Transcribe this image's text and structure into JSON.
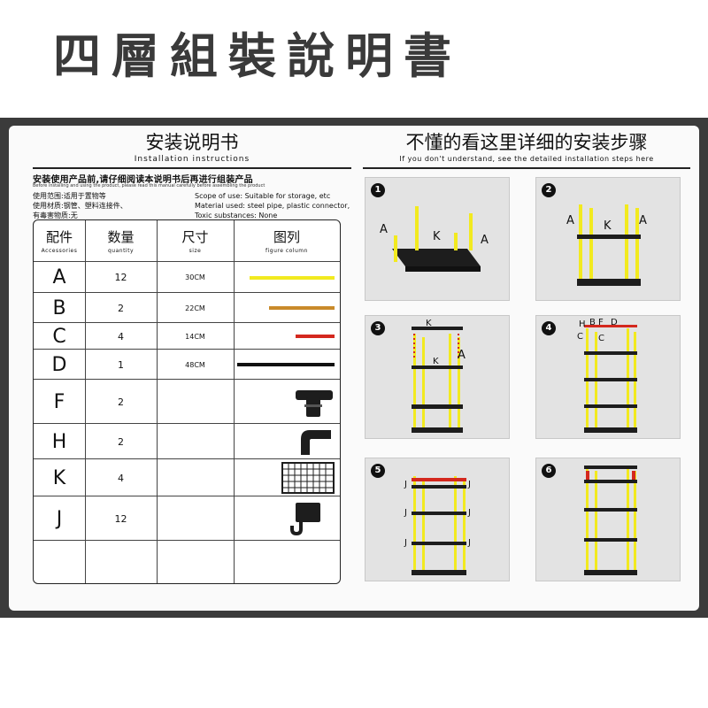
{
  "page_title": "四層組裝說明書",
  "left": {
    "title": "安装说明书",
    "subtitle": "Installation instructions",
    "intro_cn": "安装使用产品前,请仔细阅读本说明书后再进行组装产品",
    "intro_en": "Before installing and using the product, please read this manual carefully before assembling the product",
    "scope_cn": "使用范围:适用于置物等",
    "material_cn": "使用材质:钢管、塑料连接件、",
    "toxic_cn": "有毒害物质:无",
    "scope_en": "Scope of use: Suitable for storage, etc",
    "material_en": "Material used: steel pipe, plastic connector,",
    "toxic_en": "Toxic substances: None",
    "headers": {
      "part": "配件",
      "part_sub": "Accessories",
      "qty": "数量",
      "qty_sub": "quantity",
      "size": "尺寸",
      "size_sub": "size",
      "figure": "图列",
      "figure_sub": "figure column"
    },
    "rows": [
      {
        "letter": "A",
        "qty": "12",
        "size": "30CM",
        "color": "#f2ea1f",
        "figure": "bar"
      },
      {
        "letter": "B",
        "qty": "2",
        "size": "22CM",
        "color": "#c98a2a",
        "figure": "bar"
      },
      {
        "letter": "C",
        "qty": "4",
        "size": "14CM",
        "color": "#d4281e",
        "figure": "bar"
      },
      {
        "letter": "D",
        "qty": "1",
        "size": "48CM",
        "color": "#111111",
        "figure": "bar"
      },
      {
        "letter": "F",
        "qty": "2",
        "size": "",
        "figure": "tee-connector-icon"
      },
      {
        "letter": "H",
        "qty": "2",
        "size": "",
        "figure": "elbow-connector-icon"
      },
      {
        "letter": "K",
        "qty": "4",
        "size": "",
        "figure": "grid-shelf-icon"
      },
      {
        "letter": "J",
        "qty": "12",
        "size": "",
        "figure": "hook-icon"
      }
    ]
  },
  "right": {
    "title": "不懂的看这里详细的安装步骤",
    "subtitle": "If you don't understand, see the detailed installation steps here",
    "steps": [
      {
        "num": "1",
        "labels": [
          "A",
          "K",
          "A"
        ]
      },
      {
        "num": "2",
        "labels": [
          "A",
          "K",
          "A"
        ]
      },
      {
        "num": "3",
        "labels": [
          "K",
          "K",
          "A"
        ]
      },
      {
        "num": "4",
        "labels": [
          "H",
          "B",
          "F",
          "D",
          "C",
          "C"
        ]
      },
      {
        "num": "5",
        "labels": [
          "J",
          "J",
          "J",
          "J",
          "J",
          "J"
        ]
      },
      {
        "num": "6",
        "labels": []
      }
    ]
  },
  "colors": {
    "pole": "#f2ea1f",
    "shelf": "#1d1d1d",
    "frame": "#3b3b3b"
  }
}
